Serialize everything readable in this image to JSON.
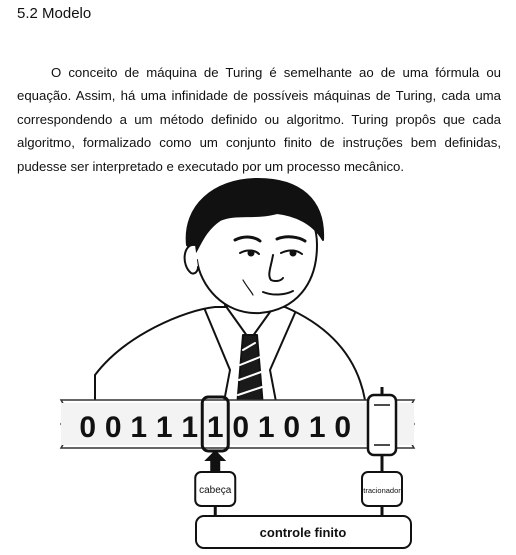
{
  "section": {
    "title": "5.2 Modelo",
    "paragraph": "O conceito de máquina de Turing é semelhante ao de uma fórmula ou equação. Assim, há uma infinidade de possíveis máquinas de Turing, cada uma correspondendo a um método definido ou algoritmo. Turing propôs que cada algoritmo, formalizado como um conjunto finito de instruções bem definidas, pudesse ser interpretado e executado por um processo mecânico."
  },
  "figure": {
    "tape_symbols": [
      "0",
      "0",
      "1",
      "1",
      "1",
      "1",
      "0",
      "1",
      "0",
      "1",
      "0"
    ],
    "head_position_index": 5,
    "head_label": "cabeça",
    "motor_label": "tracionador",
    "control_label": "controle finito"
  }
}
